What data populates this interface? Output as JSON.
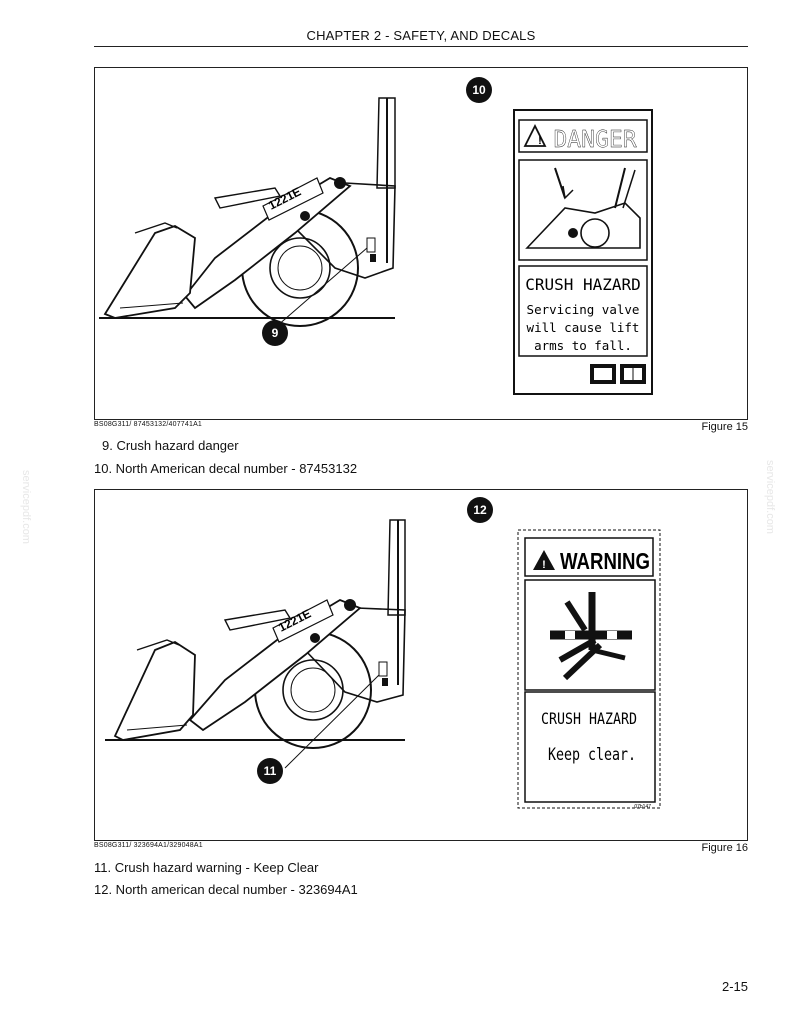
{
  "header": {
    "chapter_title": "CHAPTER 2 - SAFETY, AND DECALS"
  },
  "figure15": {
    "callouts": [
      "10",
      "9"
    ],
    "model_label": "1221E",
    "decal": {
      "signal_word": "DANGER",
      "hazard_title": "CRUSH HAZARD",
      "message_lines": [
        "Servicing valve",
        "will cause lift",
        "arms to fall."
      ]
    },
    "ref_code": "BS08G311/ 87453132/407741A1",
    "caption": "Figure 15"
  },
  "legend15": [
    "9. Crush hazard danger",
    "10. North American decal number - 87453132"
  ],
  "figure16": {
    "callouts": [
      "12",
      "11"
    ],
    "model_label": "1221E",
    "decal": {
      "signal_word": "WARNING",
      "hazard_title": "CRUSH HAZARD",
      "message_lines": [
        "Keep clear."
      ],
      "small_code": "07b147"
    },
    "ref_code": "BS08G311/ 323694A1/329048A1",
    "caption": "Figure 16"
  },
  "legend16": [
    "11. Crush hazard warning - Keep Clear",
    "12. North american decal number - 323694A1"
  ],
  "watermark_text": "servicepdf.com",
  "page_number": "2-15"
}
